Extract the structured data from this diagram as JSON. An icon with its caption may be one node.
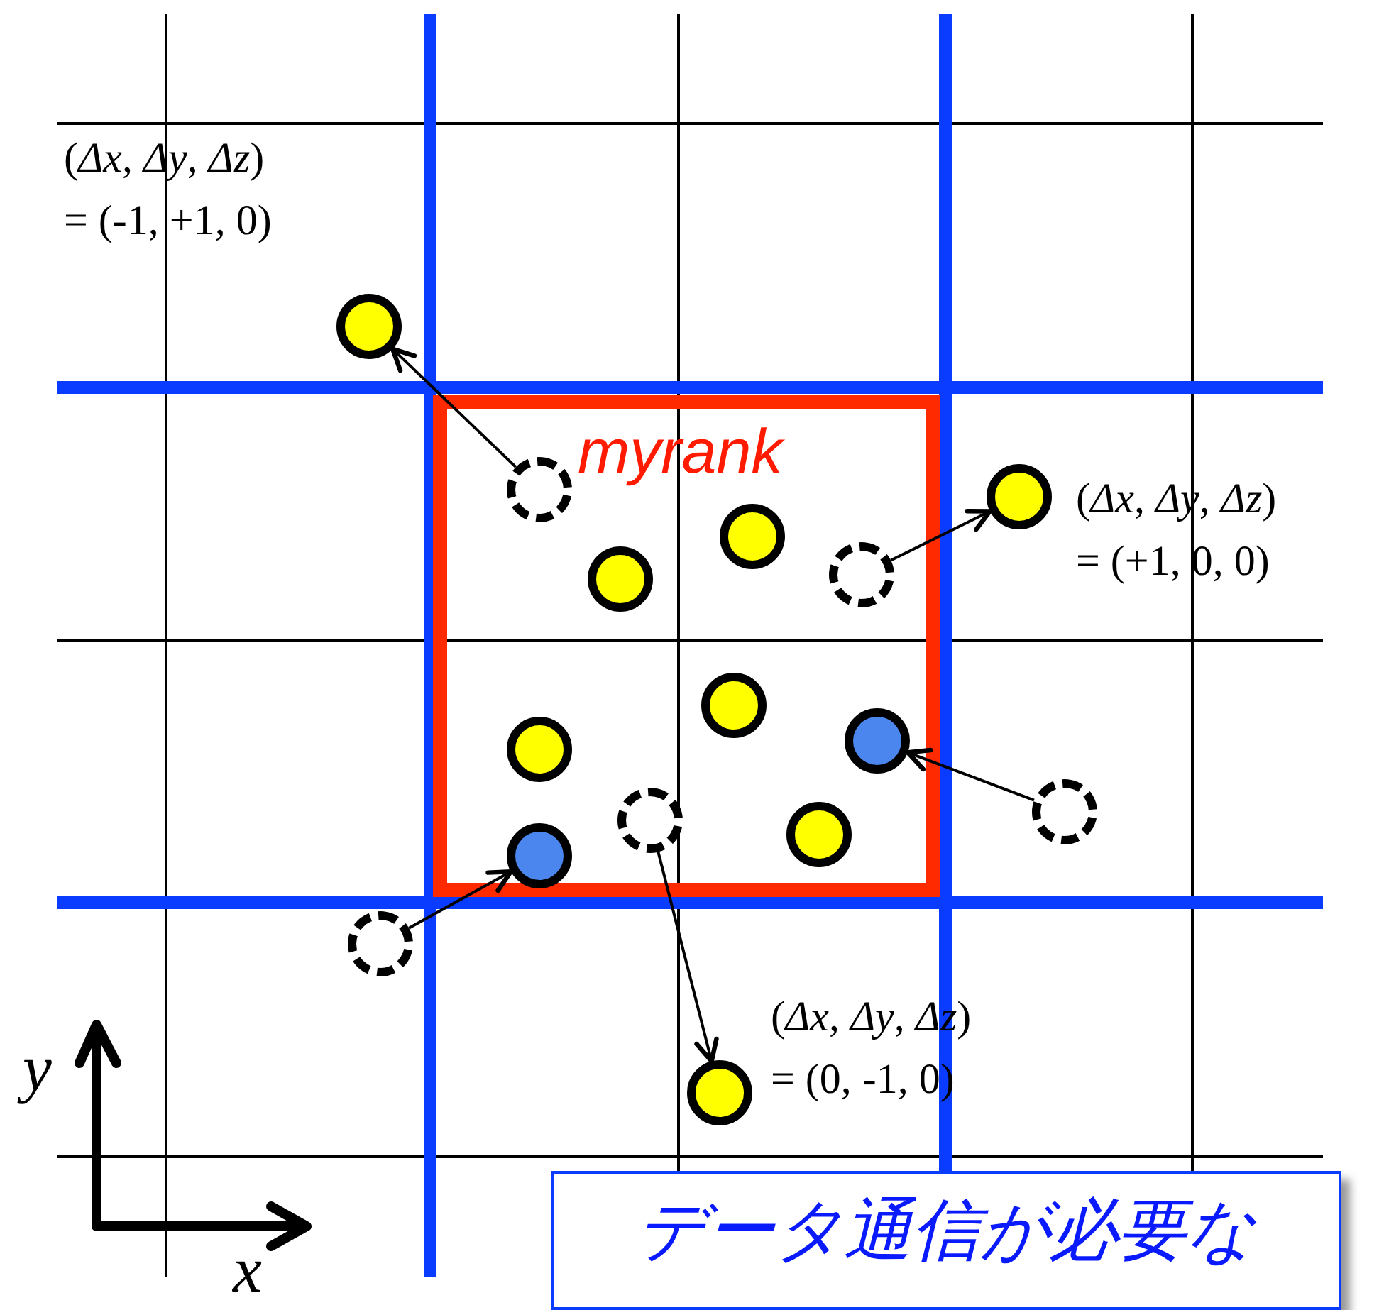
{
  "diagram": {
    "nodes": [
      {
        "text": [
          "myrank"
        ]
      },
      {
        "text": [],
        "shape": "circle",
        "beside": [
          "(*Δx*, *Δy*, *Δz*) = (-1, +1, 0)"
        ]
      },
      {
        "text": [],
        "shape": "circle",
        "in": 0
      },
      {
        "text": [],
        "shape": "circle",
        "beside": [
          "(*Δx*, *Δy*, *Δz*) = (+1, 0, 0)"
        ]
      },
      {
        "text": [],
        "shape": "circle",
        "in": 0
      },
      {
        "text": [],
        "shape": "circle",
        "in": 0
      },
      {
        "text": [],
        "shape": "circle",
        "in": 0
      },
      {
        "text": [],
        "shape": "circle",
        "in": 0
      },
      {
        "text": [],
        "shape": "circle",
        "in": 0
      },
      {
        "text": [],
        "shape": "circle",
        "in": 0
      },
      {
        "text": [],
        "shape": "circle"
      },
      {
        "text": [],
        "shape": "circle",
        "in": 0
      },
      {
        "text": [],
        "shape": "circle",
        "in": 0
      },
      {
        "text": [],
        "shape": "circle",
        "in": 0
      },
      {
        "text": [],
        "shape": "circle"
      },
      {
        "text": [],
        "shape": "circle",
        "beside": [
          "(*Δx*, *Δy*, *Δz*) = (0, -1, 0)"
        ]
      },
      {
        "text": [
          "データ通信が必要な"
        ]
      }
    ],
    "edges": [
      {
        "from": 2,
        "to": 1,
        "arrow": "to"
      },
      {
        "from": 6,
        "to": 3,
        "arrow": "to"
      },
      {
        "from": 10,
        "to": 8,
        "arrow": "to"
      },
      {
        "from": 11,
        "to": 15,
        "arrow": "to"
      },
      {
        "from": 14,
        "to": 13,
        "arrow": "to"
      }
    ],
    "labels": [
      "y",
      "x"
    ]
  }
}
